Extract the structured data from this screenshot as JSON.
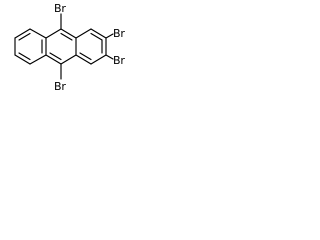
{
  "molecule": {
    "atom_labels": {
      "br_top": "Br",
      "br_upper_right": "Br",
      "br_lower_right": "Br",
      "br_bottom": "Br"
    }
  }
}
